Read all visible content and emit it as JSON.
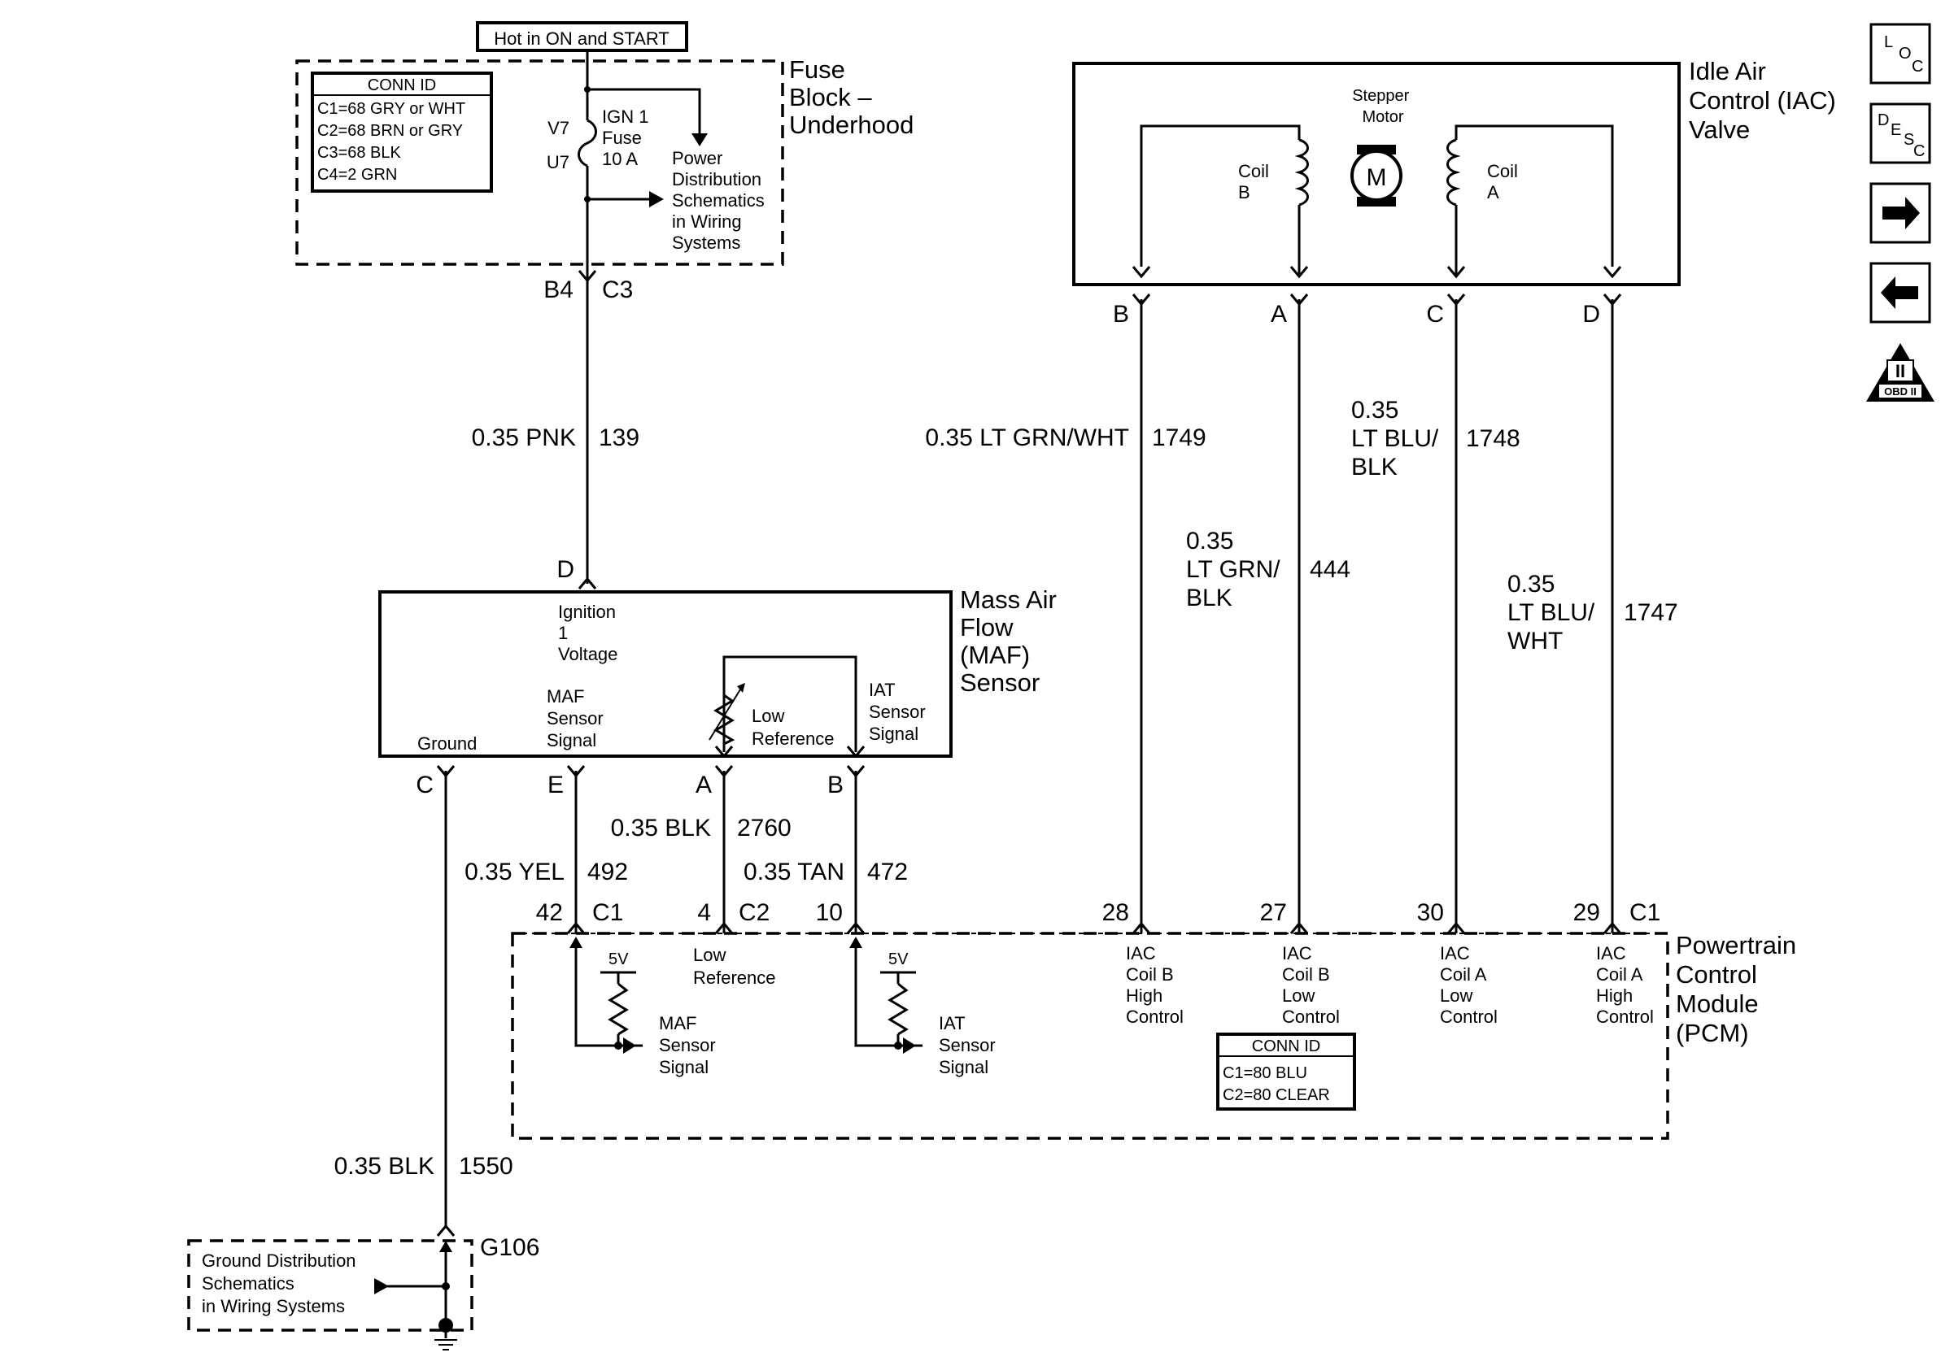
{
  "fuse_block": {
    "power_label": "Hot in ON and START",
    "title_lines": [
      "Fuse",
      "Block –",
      "Underhood"
    ],
    "conn_id": {
      "header": "CONN ID",
      "rows": [
        "C1=68 GRY or WHT",
        "C2=68 BRN or GRY",
        "C3=68 BLK",
        "C4=2 GRN"
      ]
    },
    "pin_v7": "V7",
    "pin_u7": "U7",
    "fuse_lines": [
      "IGN 1",
      "Fuse",
      "10 A"
    ],
    "power_dist_lines": [
      "Power",
      "Distribution",
      "Schematics",
      "in Wiring",
      "Systems"
    ],
    "out_pin": "B4",
    "out_conn": "C3"
  },
  "iac_valve": {
    "title_lines": [
      "Idle Air",
      "Control (IAC)",
      "Valve"
    ],
    "motor_label_lines": [
      "Stepper",
      "Motor"
    ],
    "motor_symbol": "M",
    "coil_b_lines": [
      "Coil",
      "B"
    ],
    "coil_a_lines": [
      "Coil",
      "A"
    ],
    "pins": [
      "B",
      "A",
      "C",
      "D"
    ]
  },
  "maf_sensor": {
    "title_lines": [
      "Mass Air",
      "Flow",
      "(MAF)",
      "Sensor"
    ],
    "top_pin": "D",
    "ignition_lines": [
      "Ignition",
      "1",
      "Voltage"
    ],
    "ground_label": "Ground",
    "maf_signal_lines": [
      "MAF",
      "Sensor",
      "Signal"
    ],
    "low_ref_lines": [
      "Low",
      "Reference"
    ],
    "iat_signal_lines": [
      "IAT",
      "Sensor",
      "Signal"
    ],
    "pins": [
      "C",
      "E",
      "A",
      "B"
    ]
  },
  "wires": {
    "w139": {
      "label": "0.35 PNK",
      "circuit": "139"
    },
    "w1749": {
      "label": "0.35 LT GRN/WHT",
      "circuit": "1749"
    },
    "w444": {
      "label_lines": [
        "0.35",
        "LT GRN/",
        "BLK"
      ],
      "circuit": "444"
    },
    "w1748": {
      "label_lines": [
        "0.35",
        "LT BLU/",
        "BLK"
      ],
      "circuit": "1748"
    },
    "w1747": {
      "label_lines": [
        "0.35",
        "LT BLU/",
        "WHT"
      ],
      "circuit": "1747"
    },
    "w2760": {
      "label": "0.35 BLK",
      "circuit": "2760"
    },
    "w492": {
      "label": "0.35 YEL",
      "circuit": "492"
    },
    "w472": {
      "label": "0.35 TAN",
      "circuit": "472"
    },
    "w1550": {
      "label": "0.35 BLK",
      "circuit": "1550"
    }
  },
  "pcm": {
    "title_lines": [
      "Powertrain",
      "Control",
      "Module",
      "(PCM)"
    ],
    "pins": [
      "42",
      "4",
      "10",
      "28",
      "27",
      "30",
      "29"
    ],
    "conn_c1": "C1",
    "conn_c2": "C2",
    "conn_c1_right": "C1",
    "five_volt": "5V",
    "maf_signal_lines": [
      "MAF",
      "Sensor",
      "Signal"
    ],
    "low_ref_lines": [
      "Low",
      "Reference"
    ],
    "iat_signal_lines": [
      "IAT",
      "Sensor",
      "Signal"
    ],
    "iac_b_high_lines": [
      "IAC",
      "Coil B",
      "High",
      "Control"
    ],
    "iac_b_low_lines": [
      "IAC",
      "Coil B",
      "Low",
      "Control"
    ],
    "iac_a_low_lines": [
      "IAC",
      "Coil A",
      "Low",
      "Control"
    ],
    "iac_a_high_lines": [
      "IAC",
      "Coil A",
      "High",
      "Control"
    ],
    "conn_id": {
      "header": "CONN ID",
      "rows": [
        "C1=80 BLU",
        "C2=80 CLEAR"
      ]
    }
  },
  "ground": {
    "id": "G106",
    "dist_lines": [
      "Ground Distribution",
      "Schematics",
      "in Wiring Systems"
    ]
  },
  "nav": {
    "loc_letters": [
      "L",
      "O",
      "C"
    ],
    "desc_letters": [
      "D",
      "E",
      "S",
      "C"
    ],
    "obd_numeral": "II",
    "obd_label": "OBD II"
  }
}
